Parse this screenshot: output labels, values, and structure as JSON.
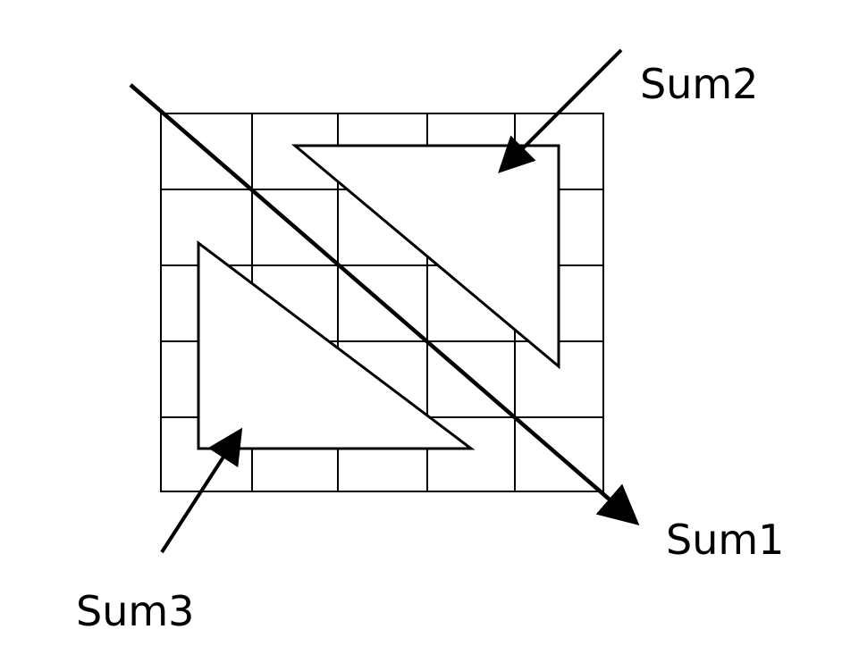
{
  "labels": {
    "sum1": "Sum1",
    "sum2": "Sum2",
    "sum3": "Sum3"
  },
  "grid": {
    "rows": 5,
    "columns": 5
  },
  "colors": {
    "stroke": "#000000",
    "background": "#ffffff"
  }
}
